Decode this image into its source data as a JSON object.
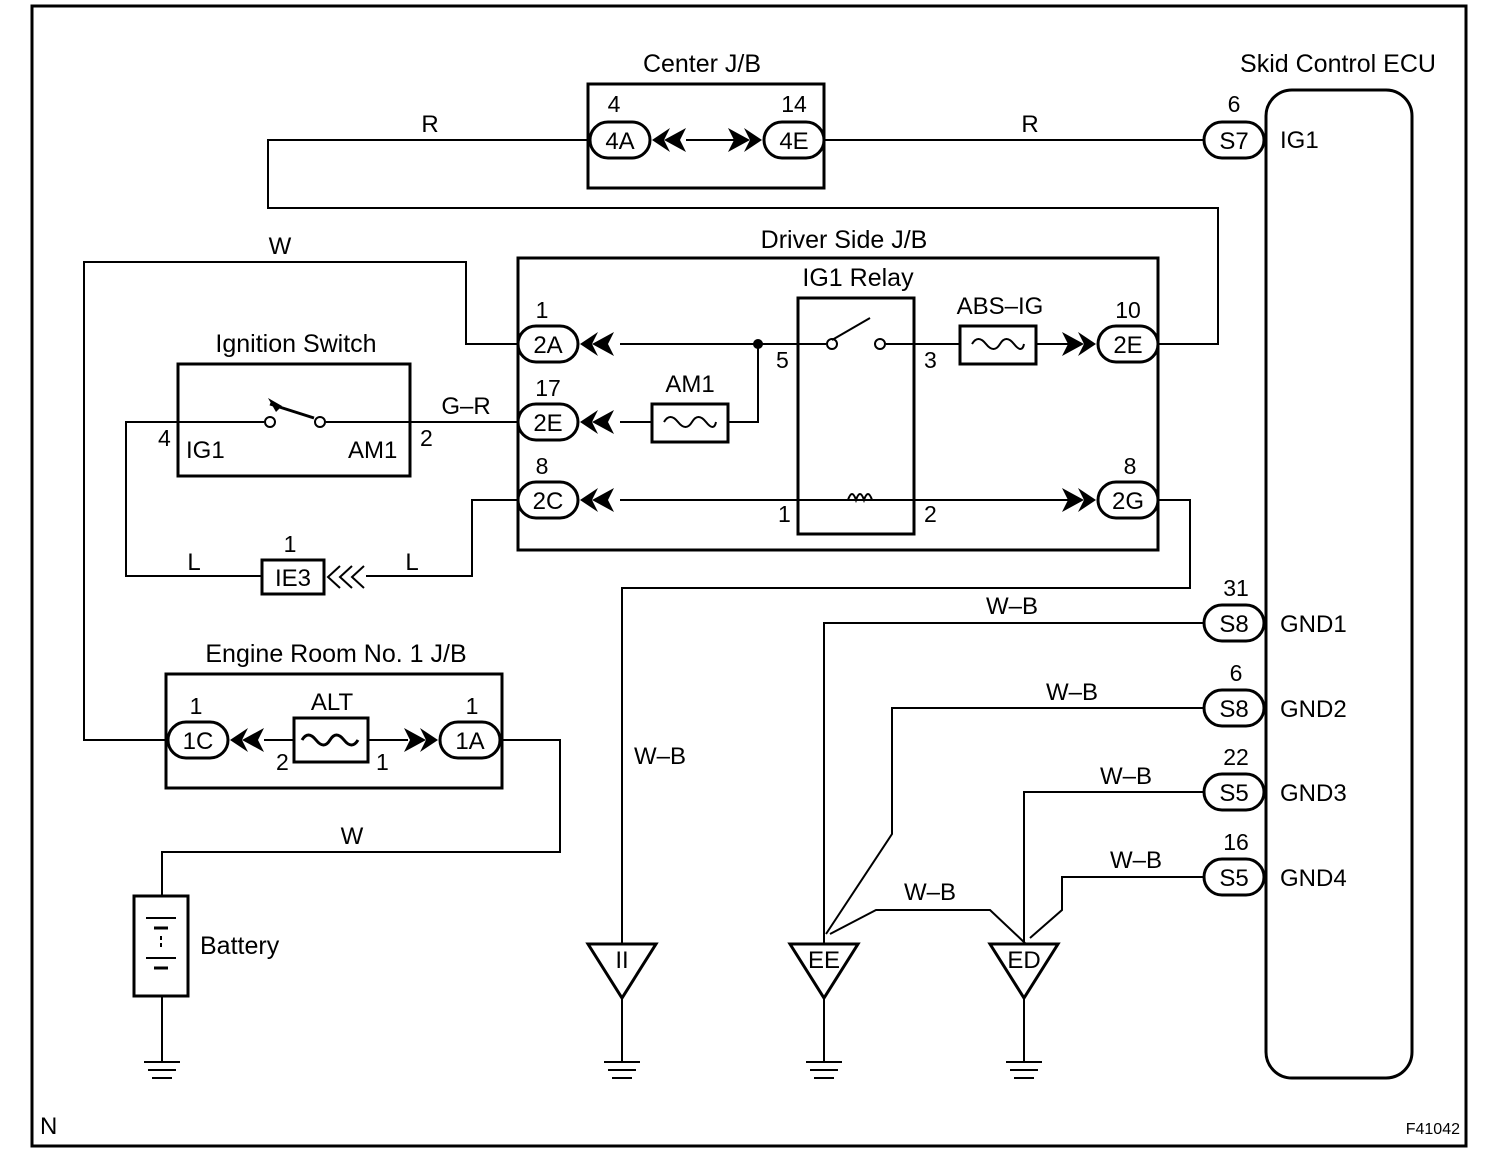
{
  "diagram_id": "F41042",
  "corner_mark": "N",
  "boxes": {
    "center_jb": "Center J/B",
    "skid_ecu": "Skid Control ECU",
    "driver_jb": "Driver Side J/B",
    "ig1_relay": "IG1 Relay",
    "ignition_switch": "Ignition Switch",
    "engine_room_jb": "Engine Room No. 1 J/B",
    "battery": "Battery"
  },
  "connectors": {
    "c4A": "4A",
    "c4E": "4E",
    "cS7": "S7",
    "c2A": "2A",
    "c2E_left": "2E",
    "c2C": "2C",
    "c2E_right": "2E",
    "c2G": "2G",
    "cIE3": "IE3",
    "c1C": "1C",
    "c1A": "1A",
    "cS8_1": "S8",
    "cS8_2": "S8",
    "cS5_1": "S5",
    "cS5_2": "S5"
  },
  "pins": {
    "p4A": "4",
    "p4E": "14",
    "pS7": "6",
    "p2A": "1",
    "p2E_left": "17",
    "p2C": "8",
    "p2E_right": "10",
    "p2G": "8",
    "relay_5": "5",
    "relay_3": "3",
    "relay_1": "1",
    "relay_2": "2",
    "sw_4": "4",
    "sw_2": "2",
    "pIE3": "1",
    "p1C": "1",
    "p1A": "1",
    "alt_2": "2",
    "alt_1": "1",
    "pS8_1": "31",
    "pS8_2": "6",
    "pS5_1": "22",
    "pS5_2": "16"
  },
  "terminals": {
    "ecu_ig1": "IG1",
    "sw_ig1": "IG1",
    "sw_am1": "AM1",
    "gnd1": "GND1",
    "gnd2": "GND2",
    "gnd3": "GND3",
    "gnd4": "GND4"
  },
  "fuses": {
    "abs_ig": "ABS–IG",
    "am1": "AM1",
    "alt": "ALT"
  },
  "wire_colors": {
    "r_left": "R",
    "r_right": "R",
    "w_top": "W",
    "g_r": "G–R",
    "l_left": "L",
    "l_right": "L",
    "w_bottom": "W",
    "wb_vertical": "W–B",
    "wb_gnd1": "W–B",
    "wb_gnd2": "W–B",
    "wb_gnd3": "W–B",
    "wb_gnd4": "W–B",
    "wb_ee_ed": "W–B"
  },
  "grounds": {
    "ii": "II",
    "ee": "EE",
    "ed": "ED"
  }
}
